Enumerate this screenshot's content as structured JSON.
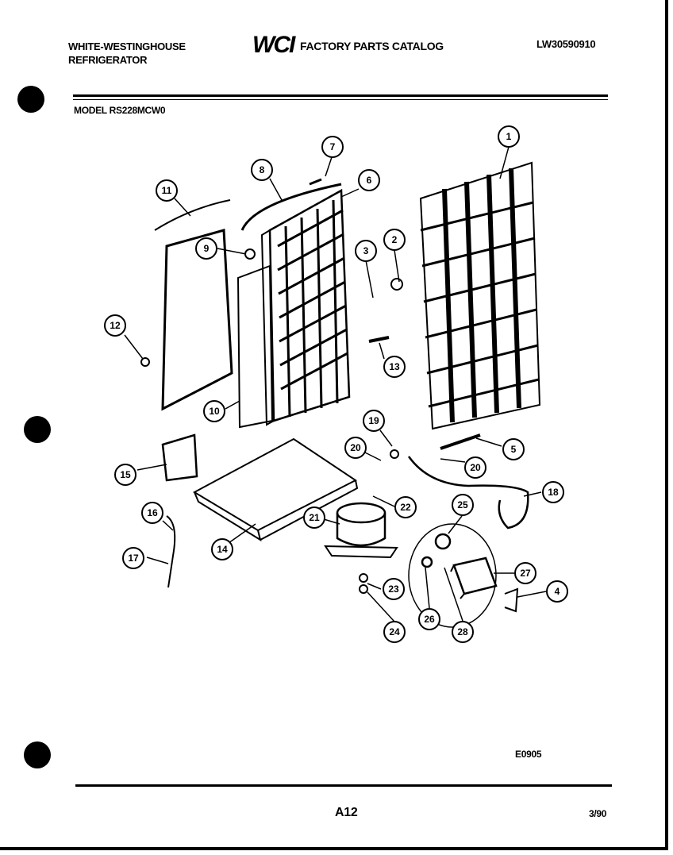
{
  "header": {
    "brand_line1": "WHITE-WESTINGHOUSE",
    "brand_line2": "REFRIGERATOR",
    "logo": "WCI",
    "catalog_title": "FACTORY PARTS CATALOG",
    "doc_number": "LW30590910",
    "model": "MODEL RS228MCW0"
  },
  "footer": {
    "diagram_code": "E0905",
    "page": "A12",
    "date": "3/90"
  },
  "callouts": [
    "1",
    "2",
    "3",
    "4",
    "5",
    "6",
    "7",
    "8",
    "9",
    "10",
    "11",
    "12",
    "13",
    "14",
    "15",
    "16",
    "17",
    "18",
    "19",
    "20",
    "20",
    "21",
    "22",
    "23",
    "24",
    "25",
    "26",
    "27",
    "28"
  ]
}
